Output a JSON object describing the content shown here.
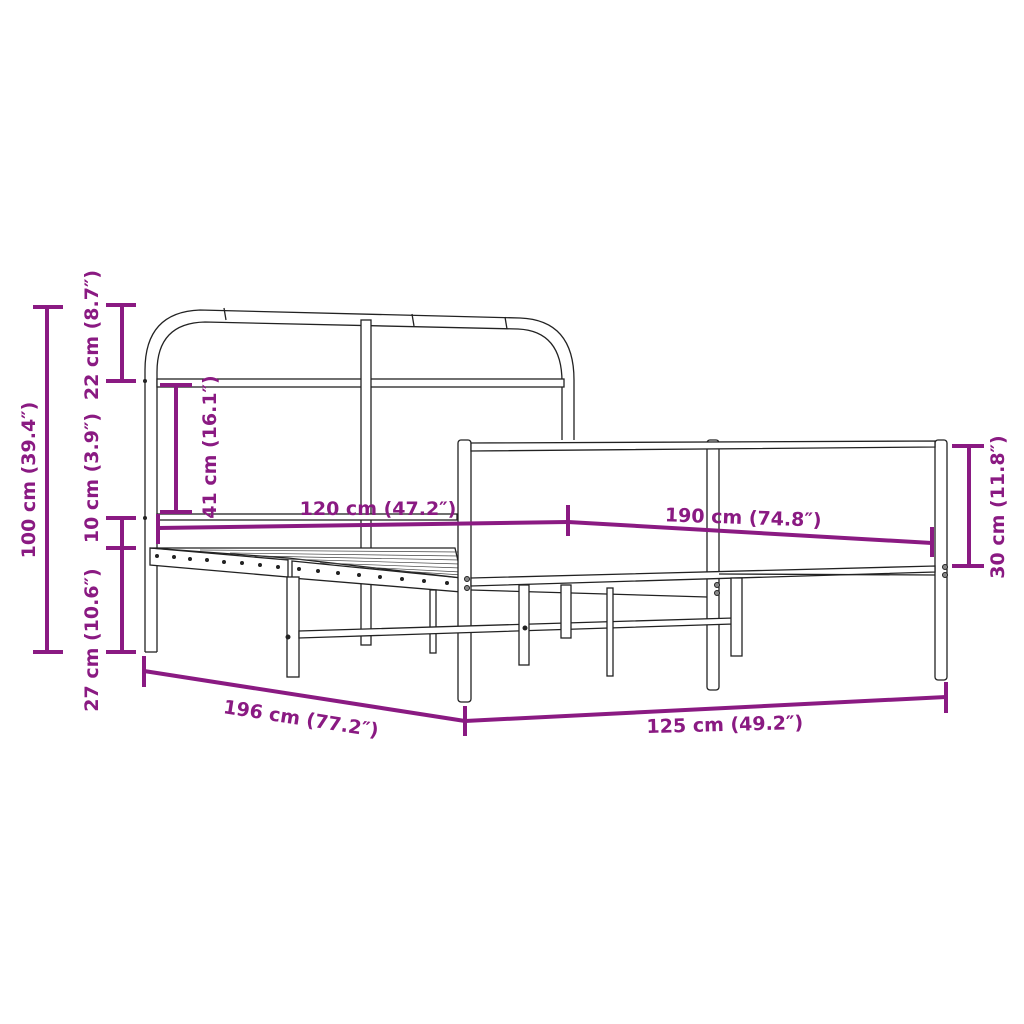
{
  "diagram": {
    "subject": "Metal bed frame with headboard and footboard",
    "accent_color": "#8a1a82",
    "line_color": "#222222",
    "background": "#ffffff"
  },
  "dimensions": {
    "total_height": "100 cm (39.4″)",
    "headboard_top": "22 cm (8.7″)",
    "headboard_inner": "41 cm (16.1″)",
    "rail_height": "10 cm (3.9″)",
    "under_bed_clearance": "27 cm (10.6″)",
    "inner_width": "120 cm (47.2″)",
    "inner_length": "190 cm (74.8″)",
    "footboard_height": "30 cm (11.8″)",
    "total_length": "196 cm (77.2″)",
    "total_width": "125 cm (49.2″)"
  }
}
